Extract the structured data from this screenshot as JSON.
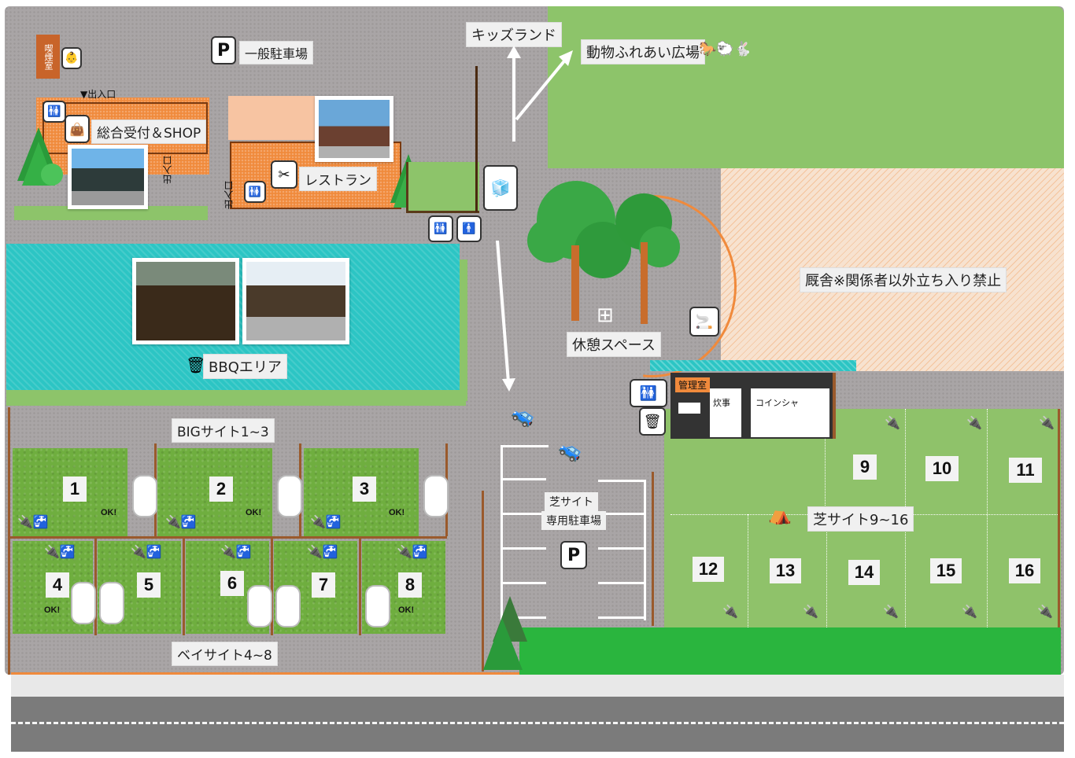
{
  "labels": {
    "parking_general": "一般駐車場",
    "kids_land": "キッズランド",
    "animal_plaza": "動物ふれあい広場",
    "reception": "総合受付＆SHOP",
    "restaurant": "レストラン",
    "exit1": "▼出入口",
    "exit2": "出入口",
    "exit3": "出入口",
    "restroom_side": "喫煙室",
    "barn": "厩舎※関係者以外立ち入り禁止",
    "rest_space": "休憩スペース",
    "bbq_area": "BBQエリア",
    "big_site": "BIGサイト1~3",
    "bay_site": "ベイサイト4~8",
    "lawn_site": "芝サイト9~16",
    "lawn_parking_1": "芝サイト",
    "lawn_parking_2": "専用駐車場",
    "management": "管理室",
    "kitchen": "炊事",
    "coin_shower": "コインシャ",
    "parking_symbol": "P",
    "parking_symbol2": "P"
  },
  "sites": {
    "big": [
      "1",
      "2",
      "3"
    ],
    "bay": [
      "4",
      "5",
      "6",
      "7",
      "8"
    ],
    "lawn_top": [
      "9",
      "10",
      "11"
    ],
    "lawn_bottom": [
      "12",
      "13",
      "14",
      "15",
      "16"
    ]
  },
  "dog_ok": "OK!",
  "icons": [
    "parking-icon",
    "restroom-icon",
    "shopping-bag-icon",
    "restaurant-icon",
    "vending-machine-icon",
    "smoking-icon",
    "trash-icon",
    "bench-icon",
    "tent-icon",
    "car-icon",
    "dog-icon",
    "plug-icon",
    "faucet-icon",
    "tree-icon",
    "baby-icon",
    "horse-icon"
  ],
  "colors": {
    "road": "#a7a3a4",
    "grass_field": "#8dc46a",
    "orange_building": "#f08a3c",
    "bbq": "#2cc5c4",
    "barn": "#f7e2cf",
    "street": "#7b7b7b",
    "green_strip": "#2ab53e"
  }
}
